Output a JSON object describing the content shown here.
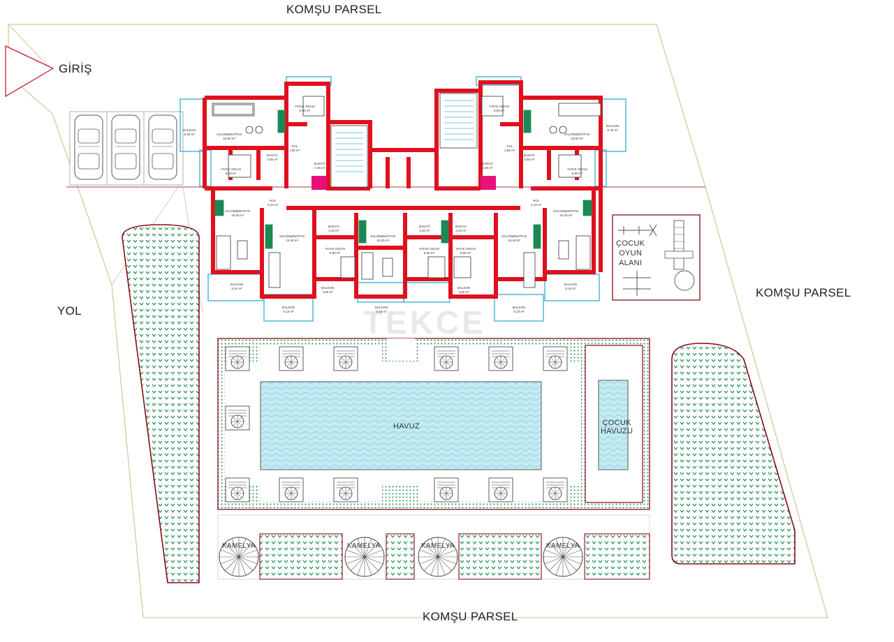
{
  "labels": {
    "north": "KOMŞU PARSEL",
    "east": "KOMŞU PARSEL",
    "south": "KOMŞU PARSEL",
    "entrance": "GİRİŞ",
    "road": "YOL",
    "pool": "HAVUZ",
    "kids_pool_line1": "ÇOCUK",
    "kids_pool_line2": "HAVUZU",
    "playground_line1": "ÇOCUK",
    "playground_line2": "OYUN",
    "playground_line3": "ALANI",
    "gazebo": "KAMELYA",
    "watermark": "TEKCE"
  },
  "rooms": {
    "salon_mutfak": "SALON&MUTFAK",
    "yatak_odasi": "YATAK ODASI",
    "banyo": "BANYO",
    "balkon": "BALKON",
    "hol": "HOL",
    "yol": "YOL"
  },
  "areas": {
    "a1": "18.50 m²",
    "a2": "8.60 m²",
    "a3": "4.80 m²",
    "a4": "3.45 m²",
    "a5": "5.30 m²",
    "a6": "1.65 m²",
    "a7": "2.10 m²",
    "a8": "16.40 m²",
    "a9": "4.20 m²",
    "a10": "5.10 m²",
    "a11": "8.60 m²",
    "a12": "3.50 m²"
  },
  "colors": {
    "wall": "#e0101f",
    "balcony": "#4fb8d4",
    "pool": "#b9e6ef",
    "green_dot": "#0a8a4a",
    "boundary": "#d6c9a0",
    "stair_pink": "#e8107a",
    "outline": "#8a0a12"
  }
}
